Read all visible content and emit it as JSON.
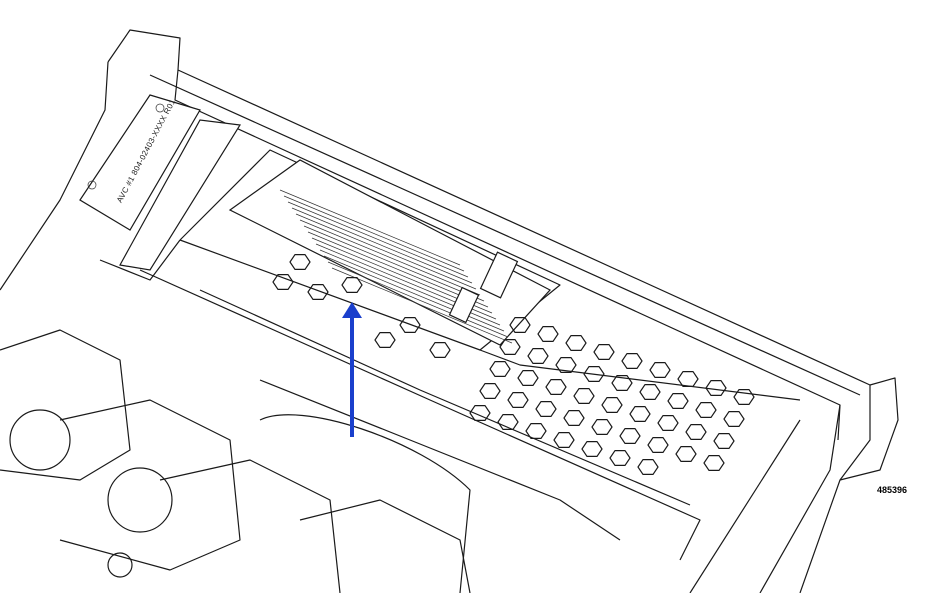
{
  "figure": {
    "figure_id": "485396",
    "part_label": "AVC #1 804-02403-XXXX R01",
    "arrow_color": "#1a3fcc",
    "arrow_direction": "up",
    "line_color": "#1a1a1a"
  }
}
